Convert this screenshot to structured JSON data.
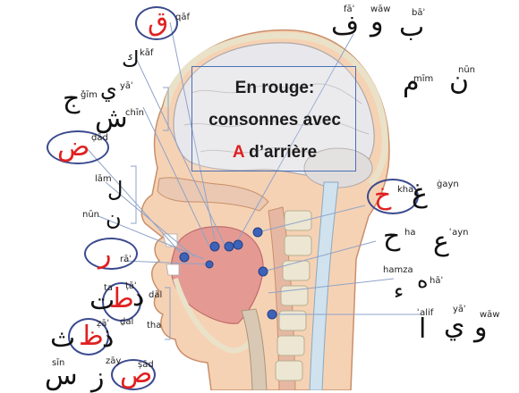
{
  "labels": {
    "qaf": "qāf",
    "fa": "fāʾ",
    "waw_top": "wāw",
    "ba": "bāʾ",
    "kaf": "kāf",
    "mim": "mīm",
    "nun_top": "nūn",
    "jim": "ǧīm",
    "ya_top": "yāʾ",
    "chin": "chīn",
    "dad": "ḍād",
    "gayn": "ġayn",
    "kha": "kha",
    "lam": "lām",
    "nun_left": "nūn",
    "ha_light": "ha",
    "ayn": "ʿayn",
    "ra": "rāʾ",
    "hamza": "hamza",
    "ha_end": "hāʾ",
    "ta": "ta",
    "ta_emph": "ṭāʾ",
    "dal": "dāl",
    "alif": "ʾalif",
    "ya_bottom": "yāʾ",
    "waw_bottom": "wāw",
    "za": "ẓāʾ",
    "zal": "ḏal",
    "tha": "tha",
    "sin": "sīn",
    "zay": "zāy",
    "sad": "ṣād"
  },
  "letters": {
    "qaf": "ق",
    "fa": "ف",
    "waw_top": "و",
    "ba": "ب",
    "kaf": "ك",
    "mim": "م",
    "nun_top": "ن",
    "jim": "ج",
    "ya_top": "ي",
    "chin": "ش",
    "dad": "ض",
    "kha": "خ",
    "gayn": "غ",
    "lam": "ل",
    "nun_left": "ن",
    "ha_light": "ح",
    "ayn": "ع",
    "ra": "ر",
    "hamza": "ء",
    "ha_end": "ه",
    "ta": "ت",
    "ta_emph": "ط",
    "dal": "د",
    "alif": "ا",
    "ya_bottom": "ي",
    "waw_bottom": "و",
    "tha": "ث",
    "za": "ظ",
    "zal": "ذ",
    "sad": "ص",
    "zay": "ز",
    "sin": "س"
  },
  "note": {
    "line1": "En  rouge:",
    "line2": "consonnes avec",
    "line3_letter": "A",
    "line3_rest": " d’arrière"
  },
  "colors": {
    "emphatic": "#e02020",
    "ring": "#3b4a8e",
    "point": "#3d63b8",
    "leader": "#8fa3c8",
    "box": "#4a6fb5"
  }
}
